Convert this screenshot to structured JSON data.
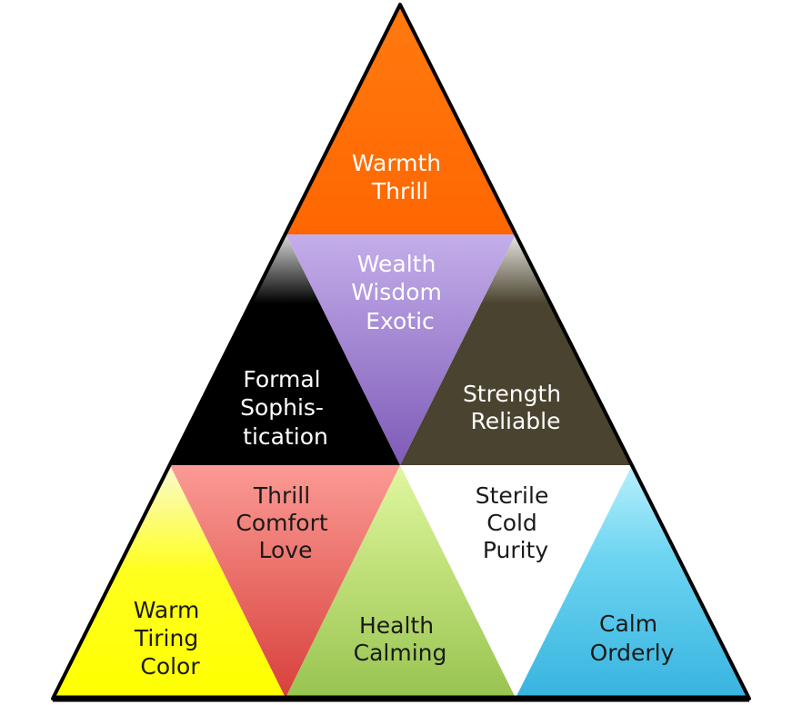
{
  "title": "Color meanings pyramid",
  "segments": {
    "orange": {
      "lines": [
        "Warmth",
        "Thrill"
      ],
      "color": "#ff6a00"
    },
    "purple": {
      "lines": [
        "Wealth",
        "Wisdom",
        "Exotic"
      ],
      "color": "#a98ad8"
    },
    "black": {
      "lines": [
        "Formal",
        "Sophis-",
        "tication"
      ],
      "color": "#000000"
    },
    "brown": {
      "lines": [
        "Strength",
        "Reliable"
      ],
      "color": "#4a432f"
    },
    "yellow": {
      "lines": [
        "Warm",
        "Tiring",
        "Color"
      ],
      "color": "#ffff00"
    },
    "red": {
      "lines": [
        "Thrill",
        "Comfort",
        "Love"
      ],
      "color": "#f28b87"
    },
    "green": {
      "lines": [
        "Health",
        "Calming"
      ],
      "color": "#a8d060"
    },
    "white": {
      "lines": [
        "Sterile",
        "Cold",
        "Purity"
      ],
      "color": "#ffffff"
    },
    "blue": {
      "lines": [
        "Calm",
        "Orderly"
      ],
      "color": "#4fc3e8"
    }
  }
}
